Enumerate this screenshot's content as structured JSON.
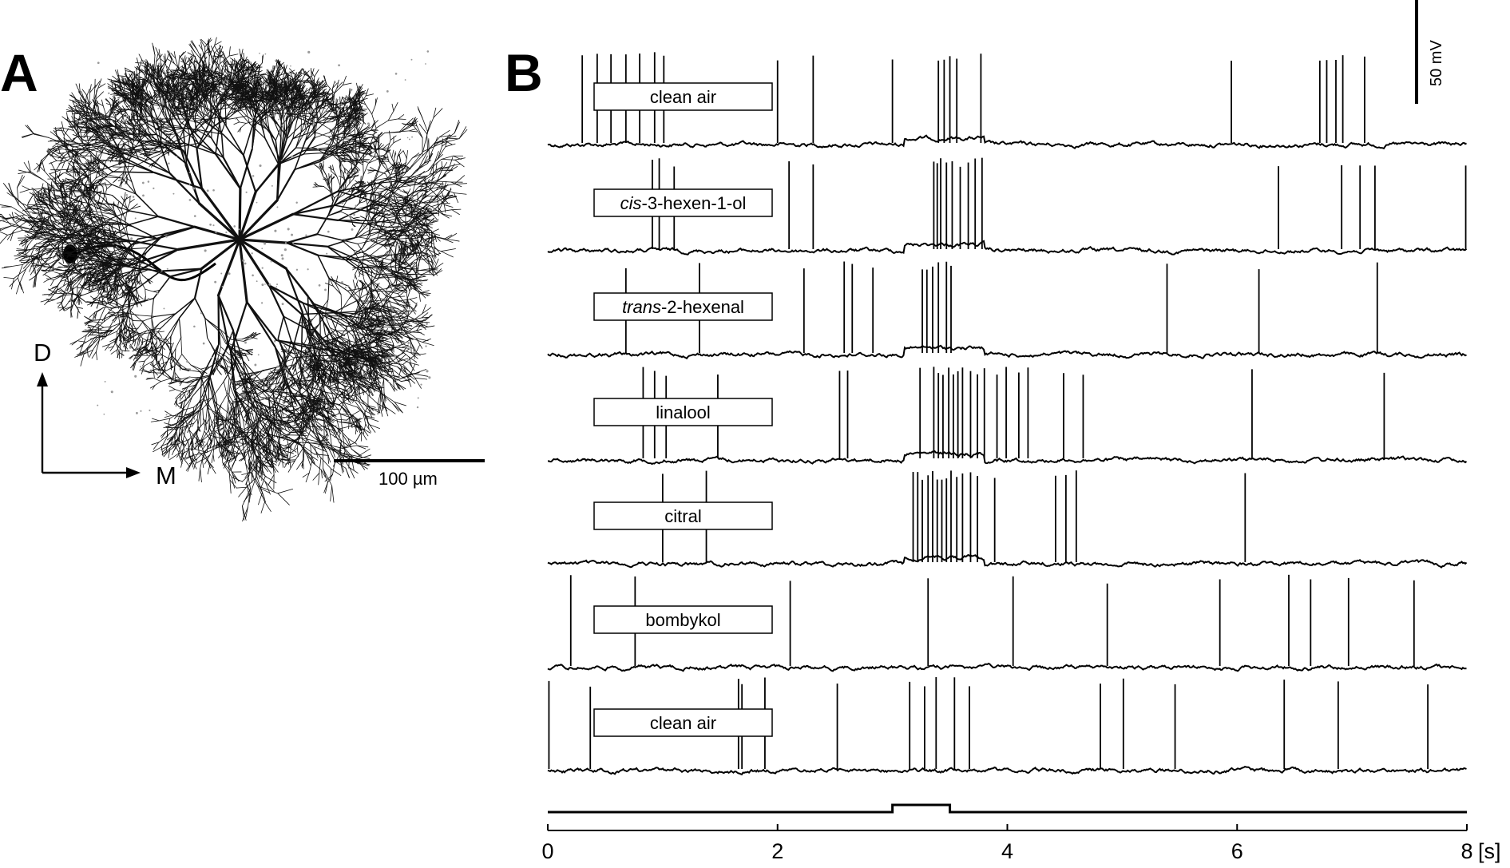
{
  "panels": {
    "a": "A",
    "b": "B"
  },
  "panel_a": {
    "axis_dorsal": "D",
    "axis_medial": "M",
    "scale_bar_label": "100 µm"
  },
  "voltage_scale_label": "50 mV",
  "chart_data": {
    "type": "line",
    "title": "",
    "xlabel": "[s]",
    "ylabel": "",
    "xlim": [
      0,
      8
    ],
    "x_ticks": [
      "0",
      "2",
      "4",
      "6",
      "8"
    ],
    "x_unit": "[s]",
    "stimulus": {
      "onset_s": 3.0,
      "offset_s": 3.5
    },
    "series": [
      {
        "name": "clean air",
        "italic": "",
        "rest": "clean air",
        "spikes_s": [
          0.3,
          0.43,
          0.55,
          0.68,
          0.8,
          0.93,
          1.01,
          2.0,
          2.31,
          3.0,
          3.4,
          3.45,
          3.5,
          3.56,
          3.77,
          5.95,
          6.72,
          6.78,
          6.86,
          6.92,
          7.11
        ]
      },
      {
        "name": "cis-3-hexen-1-ol",
        "italic": "cis",
        "rest": "-3-hexen-1-ol",
        "spikes_s": [
          0.91,
          0.97,
          1.1,
          2.1,
          2.31,
          3.36,
          3.39,
          3.42,
          3.47,
          3.52,
          3.59,
          3.66,
          3.72,
          3.78,
          6.36,
          6.91,
          7.07,
          7.2,
          7.99
        ]
      },
      {
        "name": "trans-2-hexenal",
        "italic": "trans",
        "rest": "-2-hexenal",
        "spikes_s": [
          0.68,
          1.32,
          2.23,
          2.58,
          2.65,
          2.83,
          3.26,
          3.3,
          3.35,
          3.4,
          3.47,
          3.51,
          5.39,
          6.19,
          7.22
        ]
      },
      {
        "name": "linalool",
        "italic": "",
        "rest": "linalool",
        "spikes_s": [
          0.83,
          0.93,
          1.03,
          1.48,
          2.54,
          2.61,
          3.24,
          3.36,
          3.4,
          3.44,
          3.49,
          3.53,
          3.57,
          3.61,
          3.68,
          3.74,
          3.8,
          3.91,
          3.99,
          4.1,
          4.18,
          4.49,
          4.66,
          6.13,
          7.28
        ]
      },
      {
        "name": "citral",
        "italic": "",
        "rest": "citral",
        "spikes_s": [
          1.0,
          1.38,
          3.18,
          3.22,
          3.26,
          3.31,
          3.35,
          3.39,
          3.43,
          3.47,
          3.51,
          3.56,
          3.61,
          3.68,
          3.74,
          3.89,
          4.42,
          4.51,
          4.6,
          6.07
        ]
      },
      {
        "name": "bombykol",
        "italic": "",
        "rest": "bombykol",
        "spikes_s": [
          0.2,
          0.76,
          2.11,
          3.31,
          4.05,
          4.87,
          5.85,
          6.45,
          6.64,
          6.97,
          7.54
        ]
      },
      {
        "name": "clean air",
        "italic": "",
        "rest": "clean air",
        "spikes_s": [
          0.01,
          0.37,
          1.66,
          1.69,
          1.89,
          2.52,
          3.15,
          3.28,
          3.38,
          3.54,
          3.67,
          4.81,
          5.01,
          5.46,
          6.41,
          6.88,
          7.66
        ]
      }
    ]
  }
}
